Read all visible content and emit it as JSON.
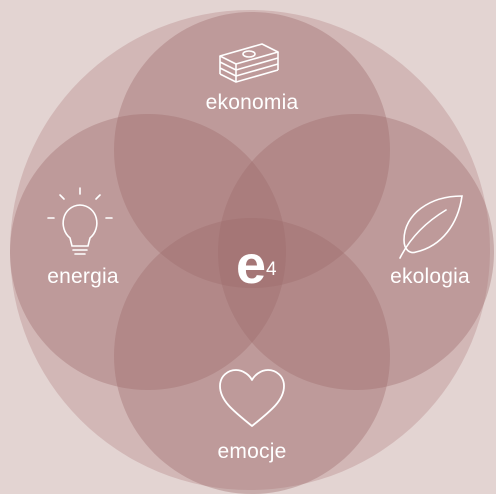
{
  "colors": {
    "background": "#e3d4d2",
    "outer_circle": "#caa9a8",
    "petal": "#a87878",
    "text": "#ffffff"
  },
  "logo": {
    "letter": "e",
    "subscript": "4"
  },
  "sections": {
    "top": {
      "label": "ekonomia",
      "icon": "money-stack-icon"
    },
    "left": {
      "label": "energia",
      "icon": "light-bulb-icon"
    },
    "right": {
      "label": "ekologia",
      "icon": "leaf-icon"
    },
    "bottom": {
      "label": "emocje",
      "icon": "heart-icon"
    }
  }
}
